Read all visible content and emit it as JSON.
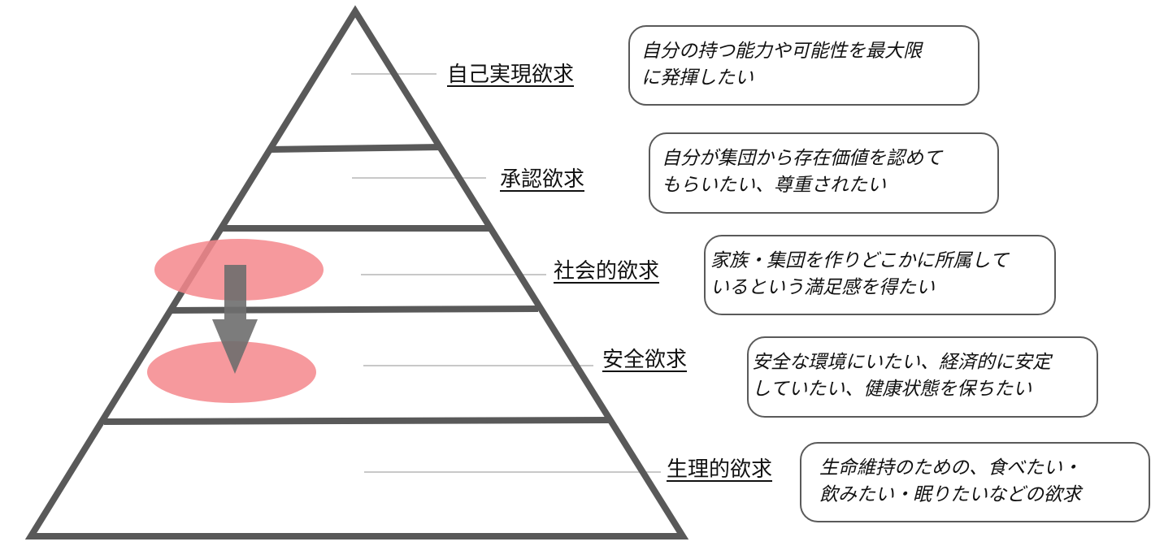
{
  "levels": [
    {
      "name": "自己実現欲求",
      "description": [
        "自分の持つ能力や可能性を最大限",
        "に発揮したい"
      ]
    },
    {
      "name": "承認欲求",
      "description": [
        "自分が集団から存在価値を認めて",
        "もらいたい、尊重されたい"
      ]
    },
    {
      "name": "社会的欲求",
      "description": [
        "家族・集団を作りどこかに所属して",
        "いるという満足感を得たい"
      ]
    },
    {
      "name": "安全欲求",
      "description": [
        "安全な環境にいたい、経済的に安定",
        "していたい、健康状態を保ちたい"
      ]
    },
    {
      "name": "生理的欲求",
      "description": [
        "生命維持のための、食べたい・",
        "飲みたい・眠りたいなどの欲求"
      ]
    }
  ],
  "colors": {
    "pyramid_stroke": "#595959",
    "connector": "#c8c8c8",
    "highlight_ellipse": "#f4878c",
    "arrow": "#6e6e6e",
    "box_border": "#5a5a5a"
  }
}
